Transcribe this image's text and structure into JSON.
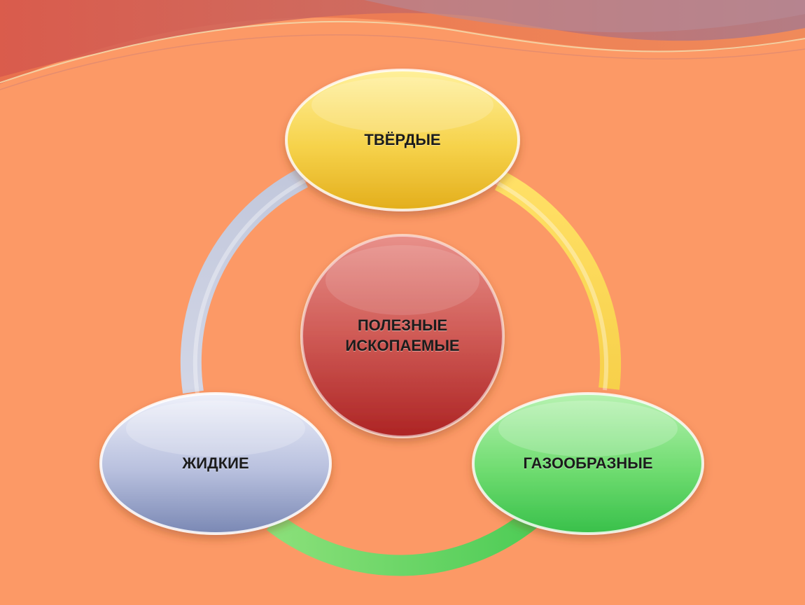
{
  "diagram": {
    "type": "cycle",
    "center": {
      "label": "ПОЛЕЗНЫЕ\nИСКОПАЕМЫЕ"
    },
    "nodes": [
      {
        "id": "solid",
        "label": "ТВЁРДЫЕ"
      },
      {
        "id": "gaseous",
        "label": "ГАЗООБРАЗНЫЕ"
      },
      {
        "id": "liquid",
        "label": "ЖИДКИЕ"
      }
    ]
  },
  "colors": {
    "background": "#fc9966",
    "header_wave": "#c0625e",
    "solid": "#f4c630",
    "gaseous": "#52cf5a",
    "liquid": "#a8b2d6",
    "center": "#c83838"
  }
}
